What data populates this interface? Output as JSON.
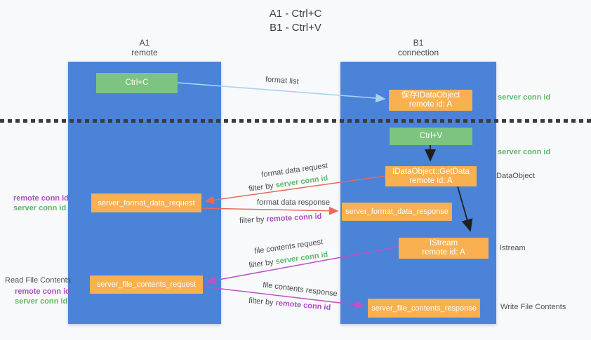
{
  "title": {
    "line1": "A1 - Ctrl+C",
    "line2": "B1 - Ctrl+V"
  },
  "columns": {
    "a": {
      "name": "A1",
      "subtitle": "remote"
    },
    "b": {
      "name": "B1",
      "subtitle": "connection"
    }
  },
  "boxes": {
    "ctrl_c": {
      "label": "Ctrl+C"
    },
    "ctrl_v": {
      "label": "Ctrl+V"
    },
    "save_dataobject": {
      "line1": "保存IDataObject",
      "line2": "remote id: A"
    },
    "getdata": {
      "line1": "IDataObject::GetData",
      "line2": "remote id: A"
    },
    "format_request": {
      "label": "server_format_data_request"
    },
    "format_response": {
      "label": "server_format_data_response"
    },
    "istream": {
      "line1": "IStream",
      "line2": "remote id: A"
    },
    "file_request": {
      "label": "server_file_contents_request"
    },
    "file_response": {
      "label": "server_file_contents_response"
    }
  },
  "arrow_labels": {
    "format_list": "format list",
    "format_data_request": "format data request",
    "format_data_response": "format data response",
    "file_contents_request": "file contents request",
    "file_contents_response": "file contents response",
    "filter_by": "filter by",
    "server_conn_id": "server conn id",
    "remote_conn_id": "remote conn id"
  },
  "side_labels": {
    "left": {
      "remote_conn_id_1": "remote conn id",
      "server_conn_id_1": "server conn id",
      "read_file_contents": "Read File Contents",
      "remote_conn_id_2": "remote conn id",
      "server_conn_id_2": "server conn id"
    },
    "right": {
      "server_conn_id_1": "server conn id",
      "server_conn_id_2": "server conn id",
      "dataobject": "DataObject",
      "istream": "Istream",
      "write_file_contents": "Write File Contents"
    }
  },
  "colors": {
    "column_blue": "#4a83d8",
    "box_green": "#7cc47f",
    "box_orange": "#f9b050",
    "arrow_blue": "#a9d3f1",
    "arrow_red": "#e8695b",
    "arrow_purple": "#bd53c5",
    "arrow_black": "#1f1f1f",
    "label_green": "#5fb868",
    "label_purple": "#a94fc0",
    "text_dark": "#4a4a4a",
    "background": "#f8f9fb"
  }
}
